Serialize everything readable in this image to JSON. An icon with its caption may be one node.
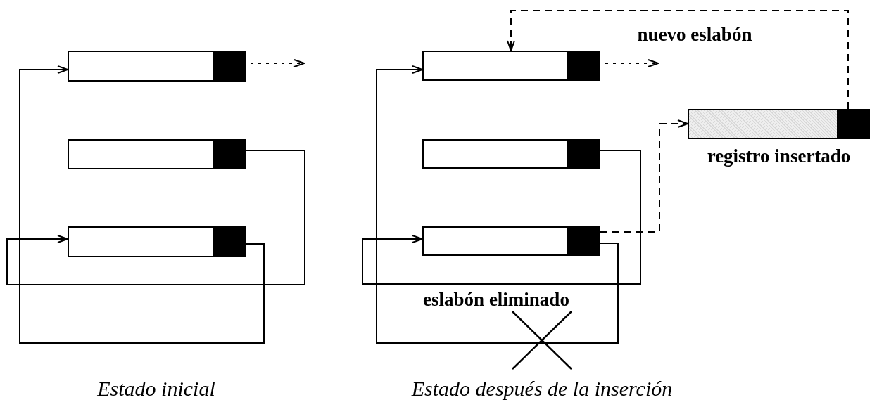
{
  "diagram": {
    "nodes": [
      {
        "text": [],
        "shape": "box"
      },
      {
        "text": [],
        "shape": "box"
      },
      {
        "text": [],
        "shape": "box"
      },
      {
        "text": [],
        "shape": "box"
      },
      {
        "text": [],
        "shape": "box"
      },
      {
        "text": [],
        "shape": "box"
      },
      {
        "text": [],
        "shape": "box",
        "beside": [
          "registro insertado"
        ]
      }
    ],
    "edges": [
      {
        "from": 1,
        "to": 2,
        "arrow": "to"
      },
      {
        "from": 2,
        "to": 0,
        "arrow": "to"
      },
      {
        "from": 0,
        "to": null,
        "arrow": "to",
        "style": "dashed"
      },
      {
        "from": 4,
        "to": 5,
        "arrow": "to"
      },
      {
        "from": 5,
        "to": 3,
        "arrow": "to"
      },
      {
        "from": 3,
        "to": null,
        "arrow": "to",
        "style": "dashed"
      },
      {
        "from": 5,
        "to": 6,
        "arrow": "to",
        "style": "dashed"
      },
      {
        "from": 6,
        "to": 3,
        "arrow": "to",
        "style": "dashed",
        "label": "nuevo eslabón"
      }
    ],
    "labels": [
      "eslabón eliminado",
      "Estado inicial",
      "Estado después de la inserción"
    ]
  }
}
